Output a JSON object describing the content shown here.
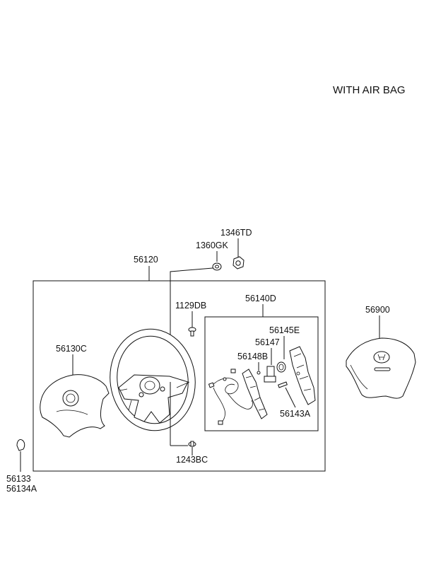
{
  "header": {
    "note": "WITH AIR BAG"
  },
  "parts": {
    "p56120": "56120",
    "p1360GK": "1360GK",
    "p1346TD": "1346TD",
    "p1129DB": "1129DB",
    "p56140D": "56140D",
    "p56145E": "56145E",
    "p56147": "56147",
    "p56148B": "56148B",
    "p56143A": "56143A",
    "p56130C": "56130C",
    "p1243BC": "1243BC",
    "p56133": "56133",
    "p56134A": "56134A",
    "p56900": "56900"
  },
  "icons": [
    "steering-wheel-icon",
    "airbag-cover-icon",
    "airbag-module-icon",
    "wiring-harness-icon",
    "switch-bracket-icon",
    "bolt-icon",
    "nut-icon",
    "screw-icon",
    "plug-icon"
  ]
}
